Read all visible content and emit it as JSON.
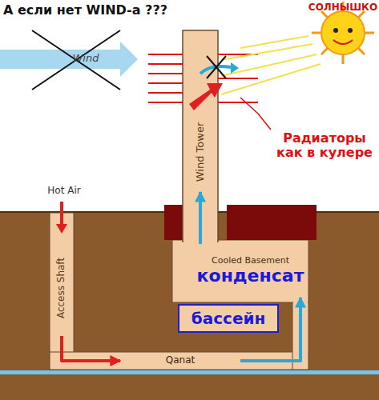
{
  "diagram": {
    "title": "А если нет WIND-а ???",
    "nodes": [
      {
        "text": [
          "Wind Tower"
        ]
      },
      {
        "text": [
          "Cooled Basement",
          "конденсат"
        ]
      },
      {
        "text": [
          "бассейн"
        ]
      },
      {
        "text": [
          "Access Shaft"
        ]
      },
      {
        "text": [
          "Qanat"
        ]
      }
    ],
    "edges": [
      {
        "from": 3,
        "to": 4,
        "arrow": "to"
      },
      {
        "from": 4,
        "to": 1,
        "arrow": "to"
      },
      {
        "from": 1,
        "to": 0,
        "arrow": "to"
      }
    ],
    "labels": [
      "Wind",
      "Радиаторы как в кулере",
      "СОЛНЫШКО",
      "Hot Air"
    ]
  }
}
